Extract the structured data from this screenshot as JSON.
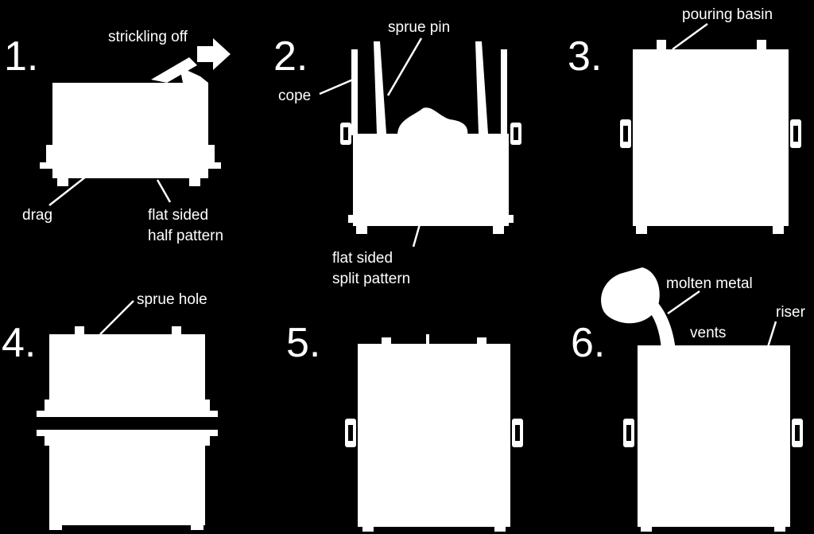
{
  "panels": [
    {
      "number": "1.",
      "labels": {
        "strickle": "strickling off",
        "drag": "drag",
        "pattern_l1": "flat sided",
        "pattern_l2": "half pattern"
      }
    },
    {
      "number": "2.",
      "labels": {
        "sprue_pin": "sprue pin",
        "cope": "cope",
        "pattern_l1": "flat sided",
        "pattern_l2": "split pattern"
      }
    },
    {
      "number": "3.",
      "labels": {
        "pouring_basin": "pouring basin"
      }
    },
    {
      "number": "4.",
      "labels": {
        "sprue_hole": "sprue hole"
      }
    },
    {
      "number": "5.",
      "labels": {}
    },
    {
      "number": "6.",
      "labels": {
        "molten_metal": "molten metal",
        "vents": "vents",
        "riser": "riser"
      }
    }
  ],
  "colors": {
    "background": "#000000",
    "foreground": "#ffffff"
  }
}
